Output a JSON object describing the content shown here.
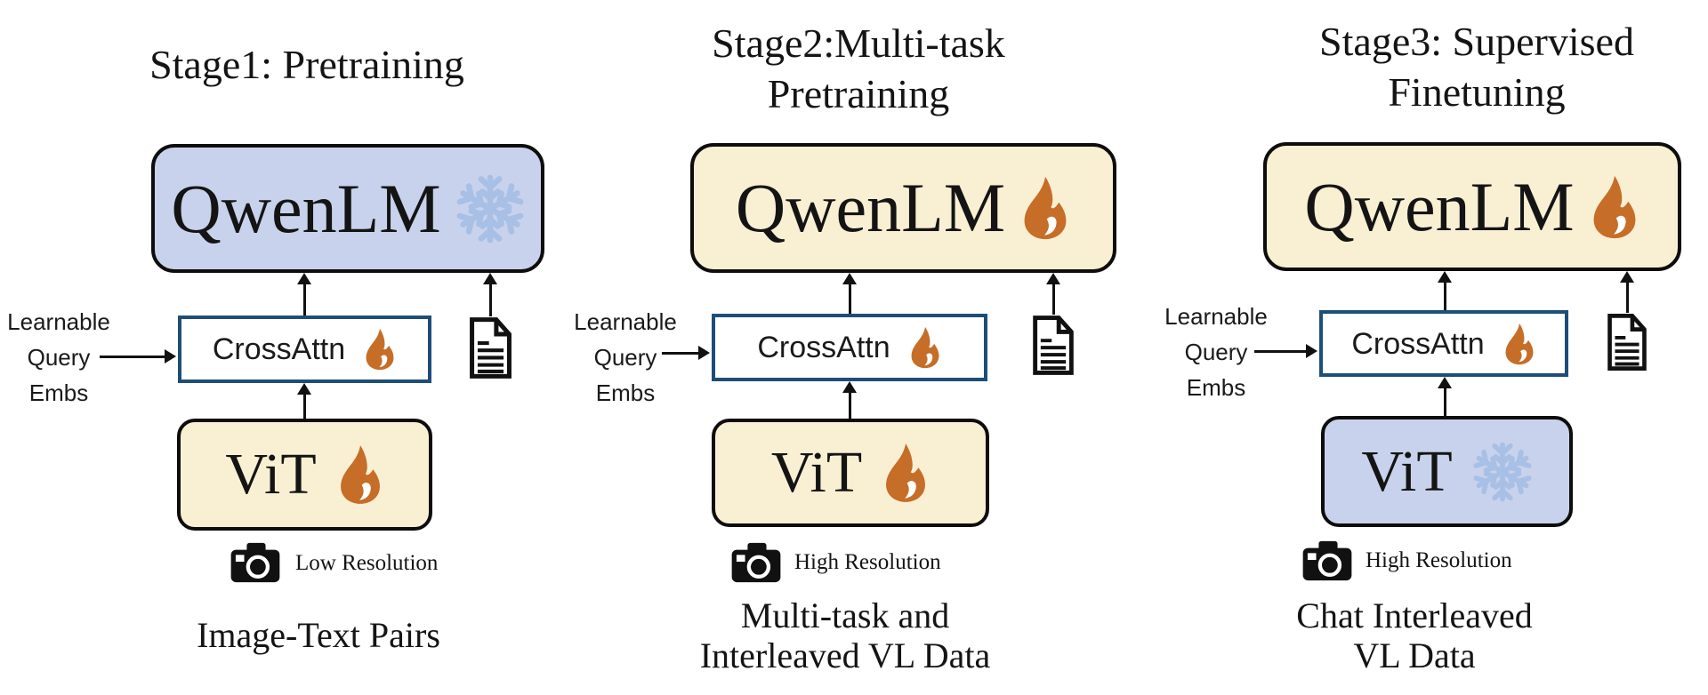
{
  "diagram": {
    "description": "Qwen-VL three-stage training pipeline diagram",
    "colors": {
      "canvas_bg": "#ffffff",
      "frozen_fill": "#c9d2ec",
      "trainable_fill": "#f9efd3",
      "crossattn_border": "#1d4e77",
      "flame_orange": "#c66d28",
      "snowflake_blue": "#a9c0e6",
      "box_border": "#0d0d0d",
      "text": "#141414"
    },
    "columns": [
      {
        "stage_title_lines": [
          "Stage1: Pretraining",
          ""
        ],
        "llm_label": "QwenLM",
        "llm_state_icon": "snowflake-frozen-icon",
        "adapter_label": "CrossAttn",
        "adapter_state_icon": "flame-trainable-icon",
        "vision_label": "ViT",
        "vision_state_icon": "flame-trainable-icon",
        "text_input_icon": "text-document-icon",
        "image_input_icon": "camera-icon",
        "query_label_lines": [
          "Learnable",
          "Query",
          "Embs"
        ],
        "resolution_label": "Low Resolution",
        "data_label_lines": [
          "Image-Text Pairs",
          ""
        ]
      },
      {
        "stage_title_lines": [
          "Stage2:Multi-task",
          "Pretraining"
        ],
        "llm_label": "QwenLM",
        "llm_state_icon": "flame-trainable-icon",
        "adapter_label": "CrossAttn",
        "adapter_state_icon": "flame-trainable-icon",
        "vision_label": "ViT",
        "vision_state_icon": "flame-trainable-icon",
        "text_input_icon": "text-document-icon",
        "image_input_icon": "camera-icon",
        "query_label_lines": [
          "Learnable",
          "Query",
          "Embs"
        ],
        "resolution_label": "High Resolution",
        "data_label_lines": [
          "Multi-task and",
          "Interleaved VL Data"
        ]
      },
      {
        "stage_title_lines": [
          "Stage3: Supervised",
          "Finetuning"
        ],
        "llm_label": "QwenLM",
        "llm_state_icon": "flame-trainable-icon",
        "adapter_label": "CrossAttn",
        "adapter_state_icon": "flame-trainable-icon",
        "vision_label": "ViT",
        "vision_state_icon": "snowflake-frozen-icon",
        "text_input_icon": "text-document-icon",
        "image_input_icon": "camera-icon",
        "query_label_lines": [
          "Learnable",
          "Query",
          "Embs"
        ],
        "resolution_label": "High Resolution",
        "data_label_lines": [
          "Chat Interleaved",
          "VL Data"
        ]
      }
    ]
  }
}
